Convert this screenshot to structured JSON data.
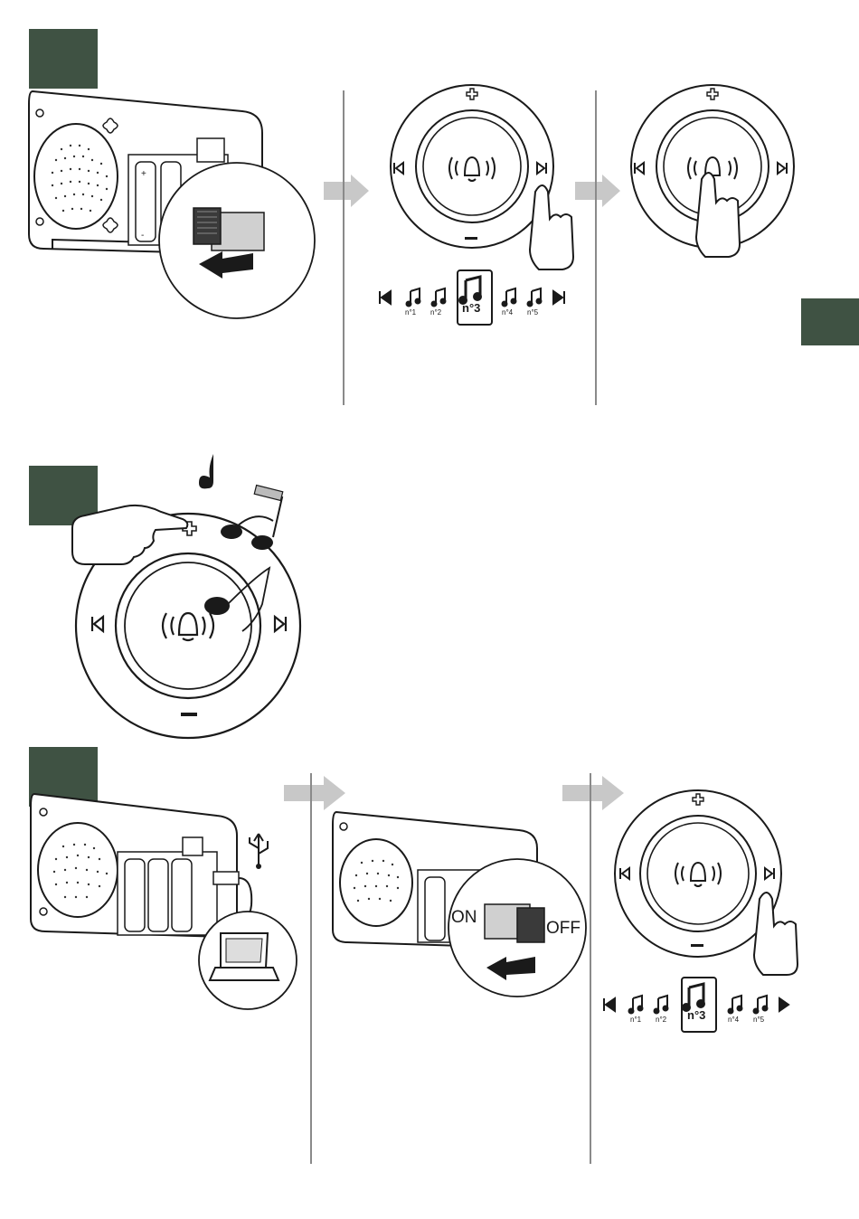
{
  "accent_color": "#3f5243",
  "arrow_color": "#c8c8c8",
  "buttons": {
    "plus": "+",
    "minus": "–",
    "prev": "prev-track",
    "next": "next-track",
    "center": "bell"
  },
  "melody_rows": [
    {
      "items": [
        "n°1",
        "n°2",
        "n°3",
        "n°4",
        "n°5"
      ],
      "selected": "n°3",
      "end_icon": "skip-next"
    },
    {
      "items": [
        "n°1",
        "n°2",
        "n°3",
        "n°4",
        "n°5"
      ],
      "selected": "n°3",
      "end_icon": "play"
    }
  ],
  "switch": {
    "on_label": "ON",
    "off_label": "OFF"
  }
}
